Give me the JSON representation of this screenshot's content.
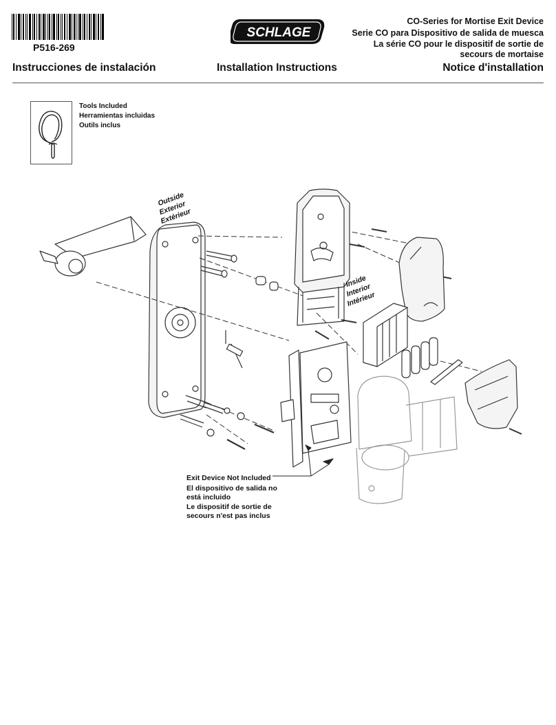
{
  "header": {
    "part_number": "P516-269",
    "brand": "SCHLAGE",
    "title_lines": [
      "CO-Series for Mortise Exit Device",
      "Serie CO para Dispositivo de salida de muesca",
      "La série CO pour le dispositif de sortie de",
      "secours de mortaise"
    ],
    "heading_es": "Instrucciones de instalación",
    "heading_en": "Installation Instructions",
    "heading_fr": "Notice d'installation"
  },
  "tools": {
    "lines": [
      "Tools Included",
      "Herramientas incluidas",
      "Outils inclus"
    ],
    "icon": "hex-wrench-icon"
  },
  "diagram": {
    "outside_labels": [
      "Outside",
      "Exterior",
      "Extérieur"
    ],
    "inside_labels": [
      "Inside",
      "Interior",
      "Intérieur"
    ],
    "exit_device_note": [
      "Exit Device Not Included",
      "El dispositivo de salida no",
      "está incluido",
      "Le dispositif de sortie de",
      "secours n'est pas inclus"
    ]
  },
  "colors": {
    "text": "#111111",
    "line": "#333333",
    "rule": "#555555"
  }
}
